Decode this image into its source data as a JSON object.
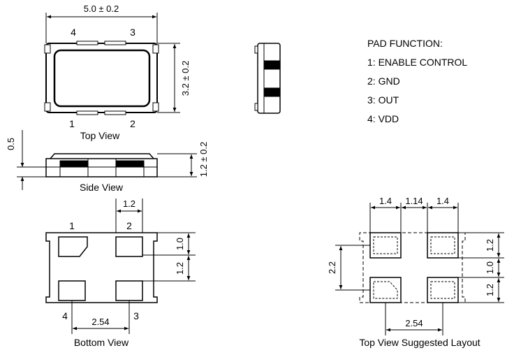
{
  "colors": {
    "ink": "#000000",
    "background": "#ffffff"
  },
  "top_view": {
    "caption": "Top View",
    "width_dim": "5.0 ± 0.2",
    "height_dim": "3.2 ± 0.2",
    "pin_top_left": "4",
    "pin_top_right": "3",
    "pin_bottom_left": "1",
    "pin_bottom_right": "2"
  },
  "side_view": {
    "caption": "Side View",
    "pad_dim": "0.5",
    "height_dim": "1.2 ± 0.2"
  },
  "bottom_view": {
    "caption": "Bottom View",
    "pad_width": "1.2",
    "pad_height": "1.0",
    "pad_gap": "1.2",
    "pitch": "2.54",
    "pin_top_left": "1",
    "pin_top_right": "2",
    "pin_bottom_left": "4",
    "pin_bottom_right": "3"
  },
  "pad_function": {
    "title": "PAD FUNCTION:",
    "items": [
      "1: ENABLE CONTROL",
      "2: GND",
      "3: OUT",
      "4: VDD"
    ]
  },
  "layout_view": {
    "caption": "Top View Suggested Layout",
    "pad_width_left": "1.4",
    "gap": "1.14",
    "pad_width_right": "1.4",
    "total_height": "2.2",
    "pad_height_top": "1.2",
    "pad_gap": "1.0",
    "pad_height_bottom": "1.2",
    "pitch": "2.54"
  }
}
